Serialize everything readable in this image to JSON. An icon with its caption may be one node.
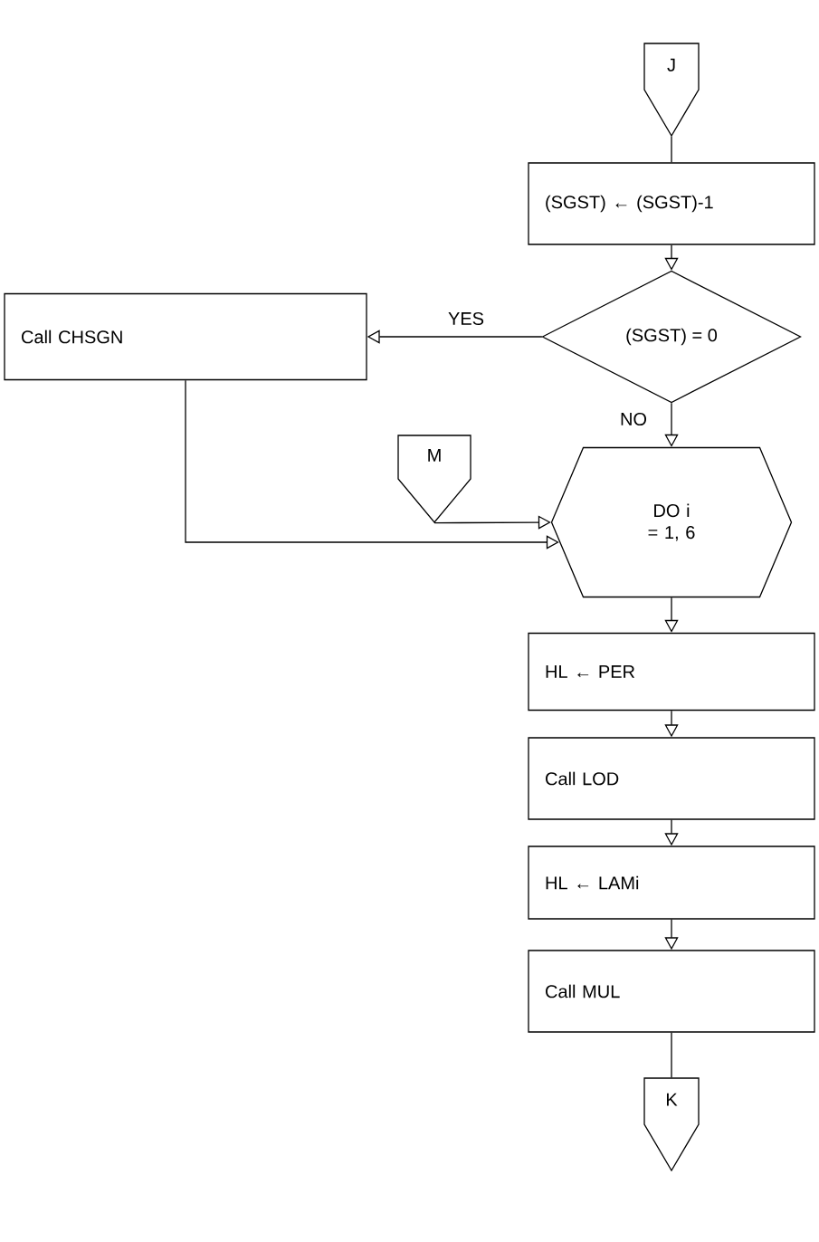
{
  "diagram": {
    "nodes": [
      {
        "text": [
          "J"
        ]
      },
      {
        "text": [
          "(SGST) ← (SGST)-1"
        ]
      },
      {
        "text": [
          "(SGST) = 0"
        ]
      },
      {
        "text": [
          "Call CHSGN"
        ]
      },
      {
        "text": [
          "M"
        ]
      },
      {
        "text": [
          "DO i = 1, 6"
        ]
      },
      {
        "text": [
          "HL ← PER"
        ]
      },
      {
        "text": [
          "Call LOD"
        ]
      },
      {
        "text": [
          "HL ← LAMi"
        ]
      },
      {
        "text": [
          "Call MUL"
        ]
      },
      {
        "text": [
          "K"
        ]
      }
    ],
    "edges": [
      {
        "from": 0,
        "to": 1,
        "arrow": "none"
      },
      {
        "from": 1,
        "to": 2,
        "arrow": "to"
      },
      {
        "from": 2,
        "to": 3,
        "arrow": "to",
        "label": "YES"
      },
      {
        "from": 2,
        "to": 5,
        "arrow": "to",
        "label": "NO"
      },
      {
        "from": 3,
        "to": 5,
        "arrow": "to"
      },
      {
        "from": 4,
        "to": 5,
        "arrow": "to"
      },
      {
        "from": 5,
        "to": 6,
        "arrow": "to"
      },
      {
        "from": 6,
        "to": 7,
        "arrow": "to"
      },
      {
        "from": 7,
        "to": 8,
        "arrow": "to"
      },
      {
        "from": 8,
        "to": 9,
        "arrow": "to"
      },
      {
        "from": 9,
        "to": 10,
        "arrow": "none"
      }
    ]
  }
}
